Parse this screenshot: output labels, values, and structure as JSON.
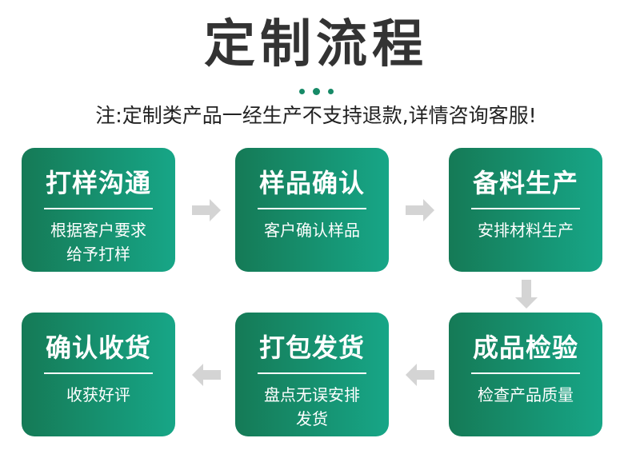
{
  "header": {
    "title": "定制流程",
    "note": "注:定制类产品一经生产不支持退款,详情咨询客服!"
  },
  "steps": [
    {
      "title": "打样沟通",
      "desc_line1": "根据客户要求",
      "desc_line2": "给予打样"
    },
    {
      "title": "样品确认",
      "desc_line1": "客户确认样品",
      "desc_line2": ""
    },
    {
      "title": "备料生产",
      "desc_line1": "安排材料生产",
      "desc_line2": ""
    },
    {
      "title": "成品检验",
      "desc_line1": "检查产品质量",
      "desc_line2": ""
    },
    {
      "title": "打包发货",
      "desc_line1": "盘点无误安排",
      "desc_line2": "发货"
    },
    {
      "title": "确认收货",
      "desc_line1": "收获好评",
      "desc_line2": ""
    }
  ],
  "colors": {
    "card_gradient_start": "#157a56",
    "card_gradient_end": "#17a687",
    "arrow": "#d4d4d4",
    "title_text": "#333333",
    "accent_dots": "#178a67"
  },
  "icons": {
    "arrow": "arrow-icon"
  }
}
